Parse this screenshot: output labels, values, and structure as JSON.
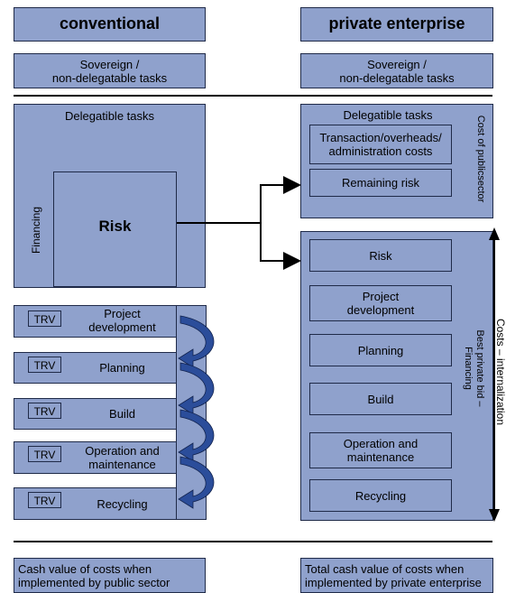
{
  "left": {
    "header": "conventional",
    "sovereign": "Sovereign /\nnon-delegatable tasks",
    "delegable": "Delegatible tasks",
    "financing": "Financing",
    "risk": "Risk",
    "trv": "TRV",
    "phases": [
      "Project\ndevelopment",
      "Planning",
      "Build",
      "Operation and\nmaintenance",
      "Recycling"
    ],
    "footer": "Cash value of costs when\nimplemented by public sector"
  },
  "right": {
    "header": "private enterprise",
    "sovereign": "Sovereign /\nnon-delegatable tasks",
    "delegable": "Delegatible tasks",
    "transaction": "Transaction/overheads/\nadministration costs",
    "remaining_risk": "Remaining risk",
    "cost_public": "Cost of publicsector",
    "items": [
      "Risk",
      "Project\ndevelopment",
      "Planning",
      "Build",
      "Operation and\nmaintenance",
      "Recycling"
    ],
    "best_bid": "Best private bid –\nFinancing",
    "costs_intern": "Costs – internalization",
    "footer": "Total cash value of costs when\nimplemented by private enterprise"
  },
  "colors": {
    "box": "#8fa1cc",
    "border": "#1f2a48",
    "arrow": "#2b4d9a"
  }
}
